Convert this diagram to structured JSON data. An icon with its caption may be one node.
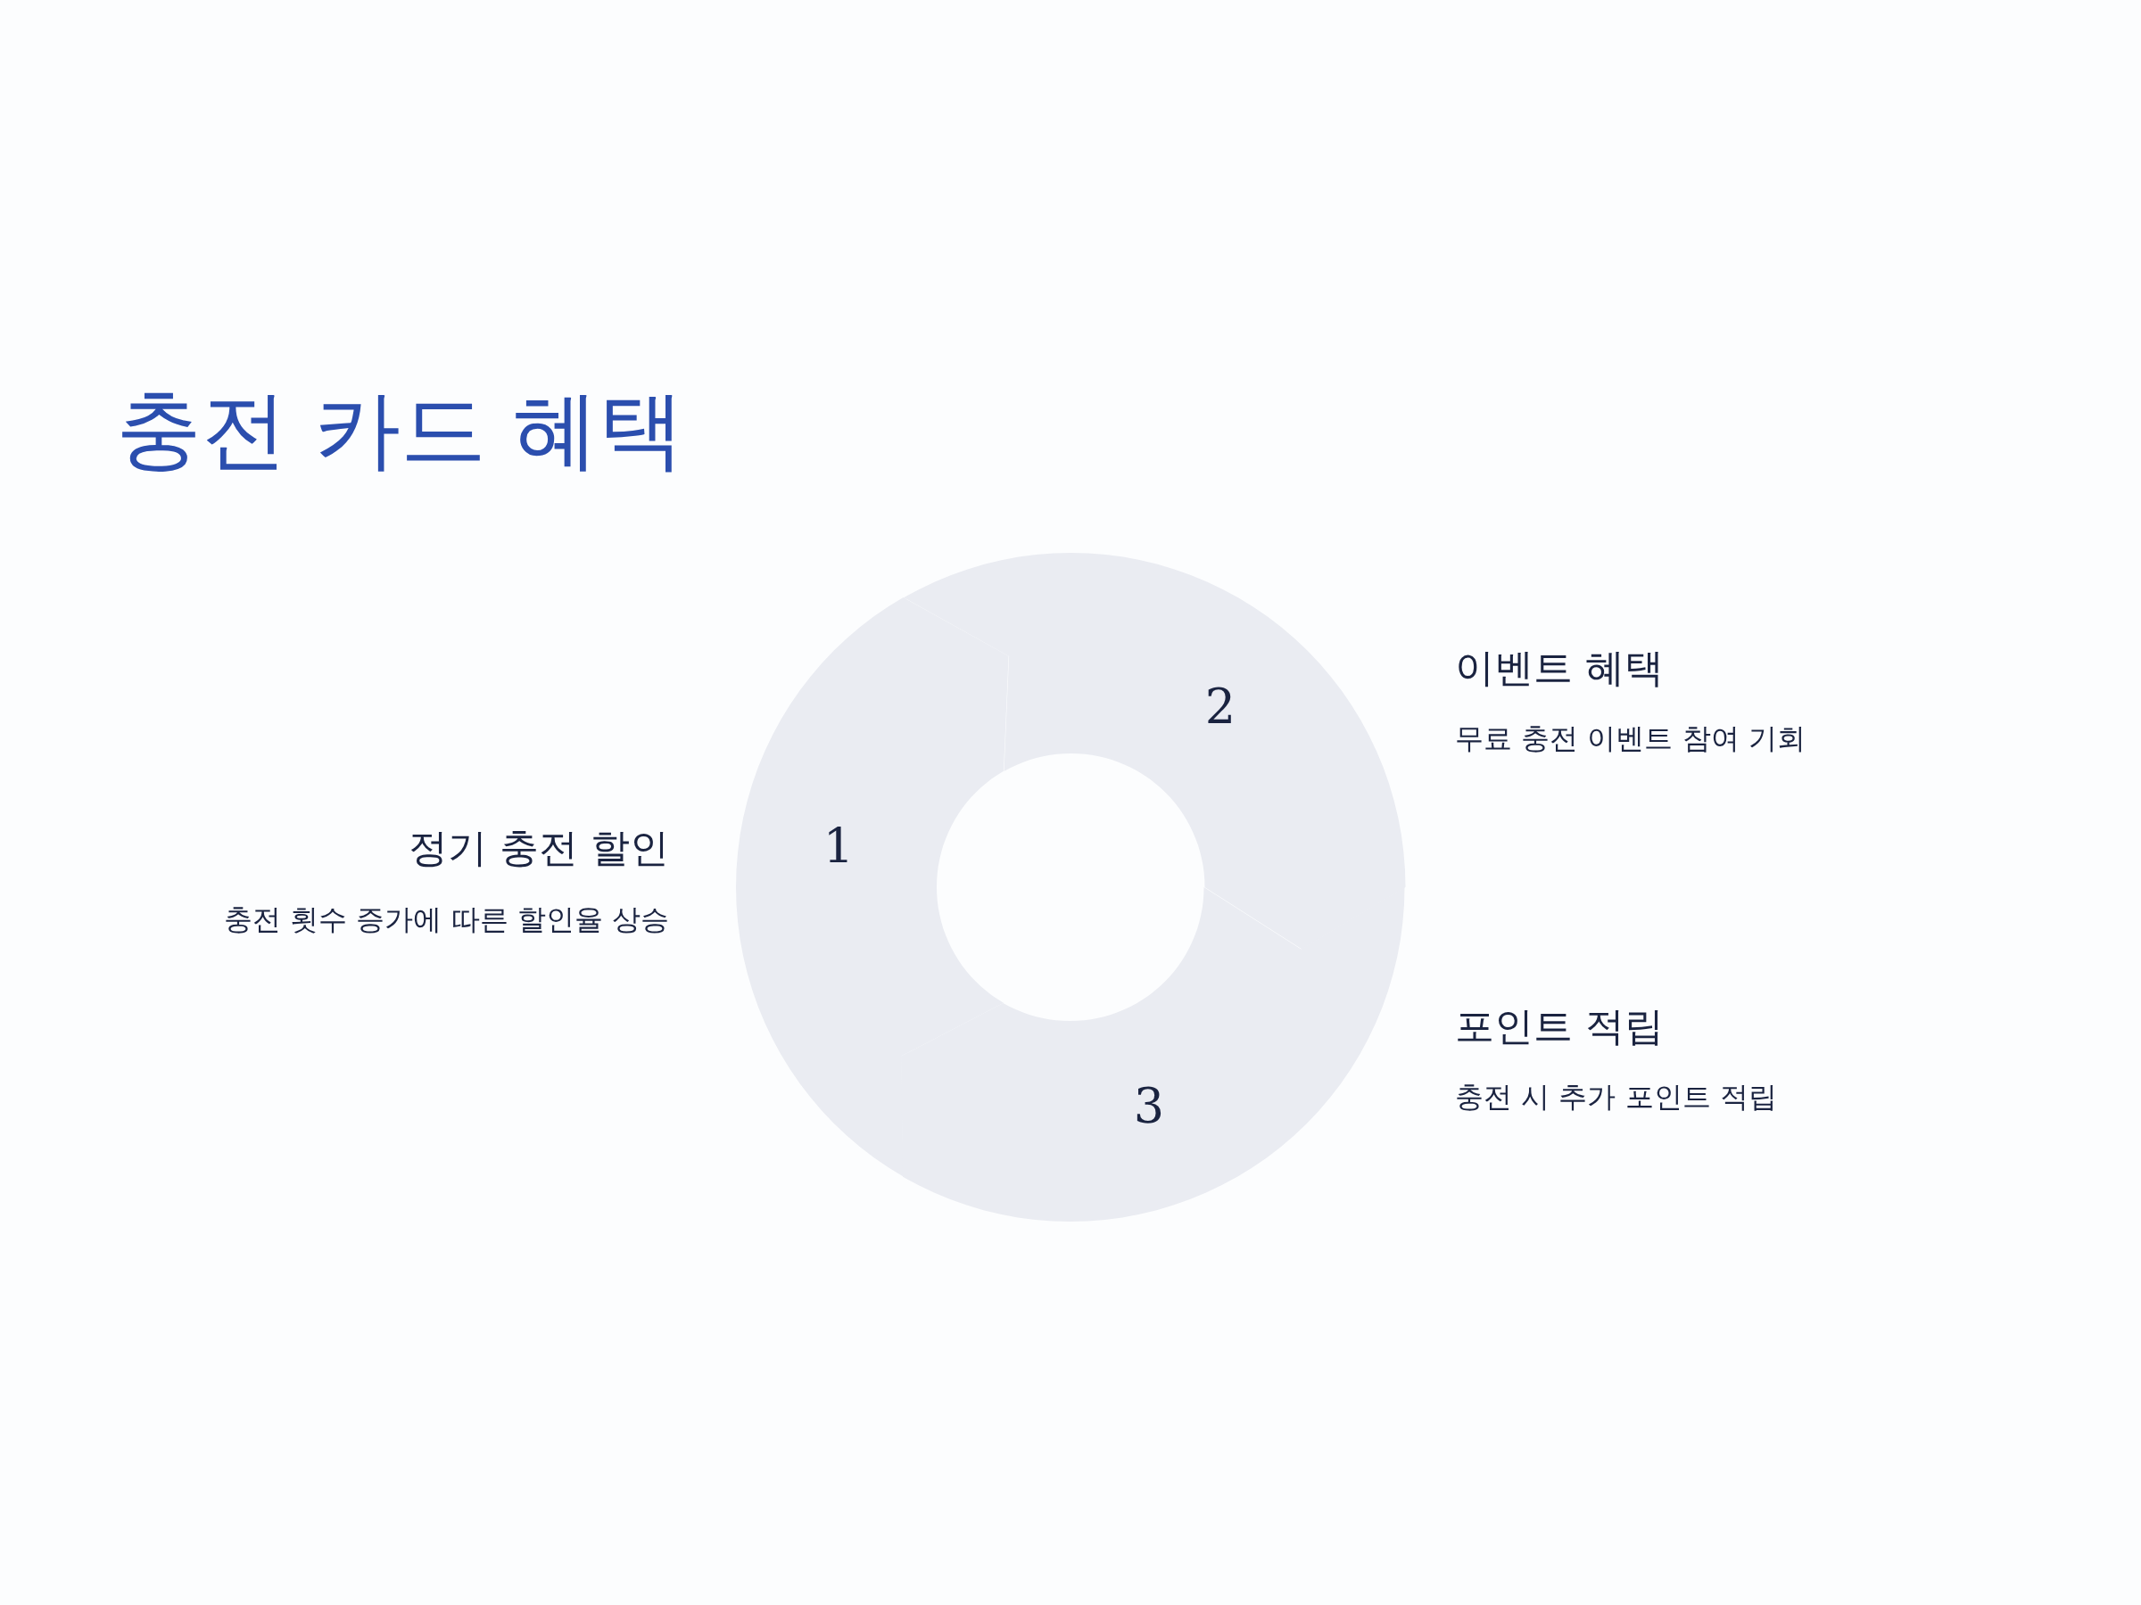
{
  "diagram": {
    "title": "충전 카드 혜택",
    "nodes": [
      {
        "text": [
          "1"
        ],
        "beside": [
          "정기 충전 할인",
          "충전 횟수 증가에 따른 할인율 상승"
        ]
      },
      {
        "text": [
          "2"
        ],
        "beside": [
          "이벤트 혜택",
          "무료 충전 이벤트 참여 기회"
        ]
      },
      {
        "text": [
          "3"
        ],
        "beside": [
          "포인트 적립",
          "충전 시 추가 포인트 적립"
        ]
      }
    ],
    "edges": []
  }
}
